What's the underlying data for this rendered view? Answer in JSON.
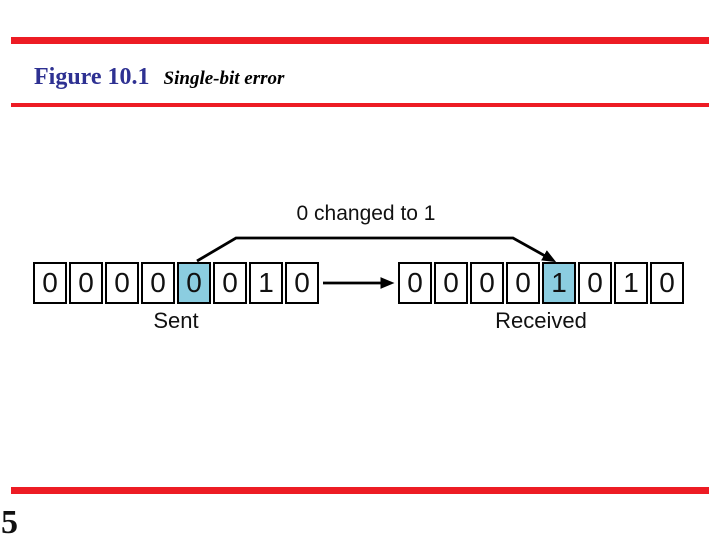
{
  "header": {
    "figure_label": "Figure 10.1",
    "figure_title": "Single-bit error"
  },
  "diagram": {
    "annotation": "0 changed to 1",
    "sent": {
      "label": "Sent",
      "bits": [
        "0",
        "0",
        "0",
        "0",
        "0",
        "0",
        "1",
        "0"
      ],
      "highlight_index": 4
    },
    "received": {
      "label": "Received",
      "bits": [
        "0",
        "0",
        "0",
        "0",
        "1",
        "0",
        "1",
        "0"
      ],
      "highlight_index": 4
    }
  },
  "footer": {
    "page_number": "5"
  },
  "colors": {
    "accent_red": "#ED1C24",
    "highlight_cyan": "#8BCDE0",
    "title_blue": "#2E3192",
    "diagram_black": "#000000"
  }
}
